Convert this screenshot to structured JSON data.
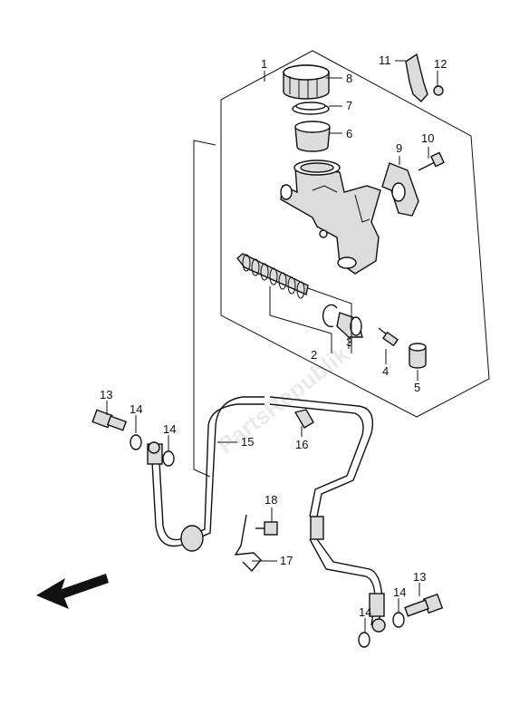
{
  "watermark": "PartsRepublik",
  "labels": {
    "l1": "1",
    "l2": "2",
    "l3": "3",
    "l4": "4",
    "l5": "5",
    "l6": "6",
    "l7": "7",
    "l8": "8",
    "l9": "9",
    "l10": "10",
    "l11": "11",
    "l12": "12",
    "l13a": "13",
    "l13b": "13",
    "l14a": "14",
    "l14b": "14",
    "l14c": "14",
    "l14d": "14",
    "l15": "15",
    "l16": "16",
    "l17": "17",
    "l18": "18"
  }
}
